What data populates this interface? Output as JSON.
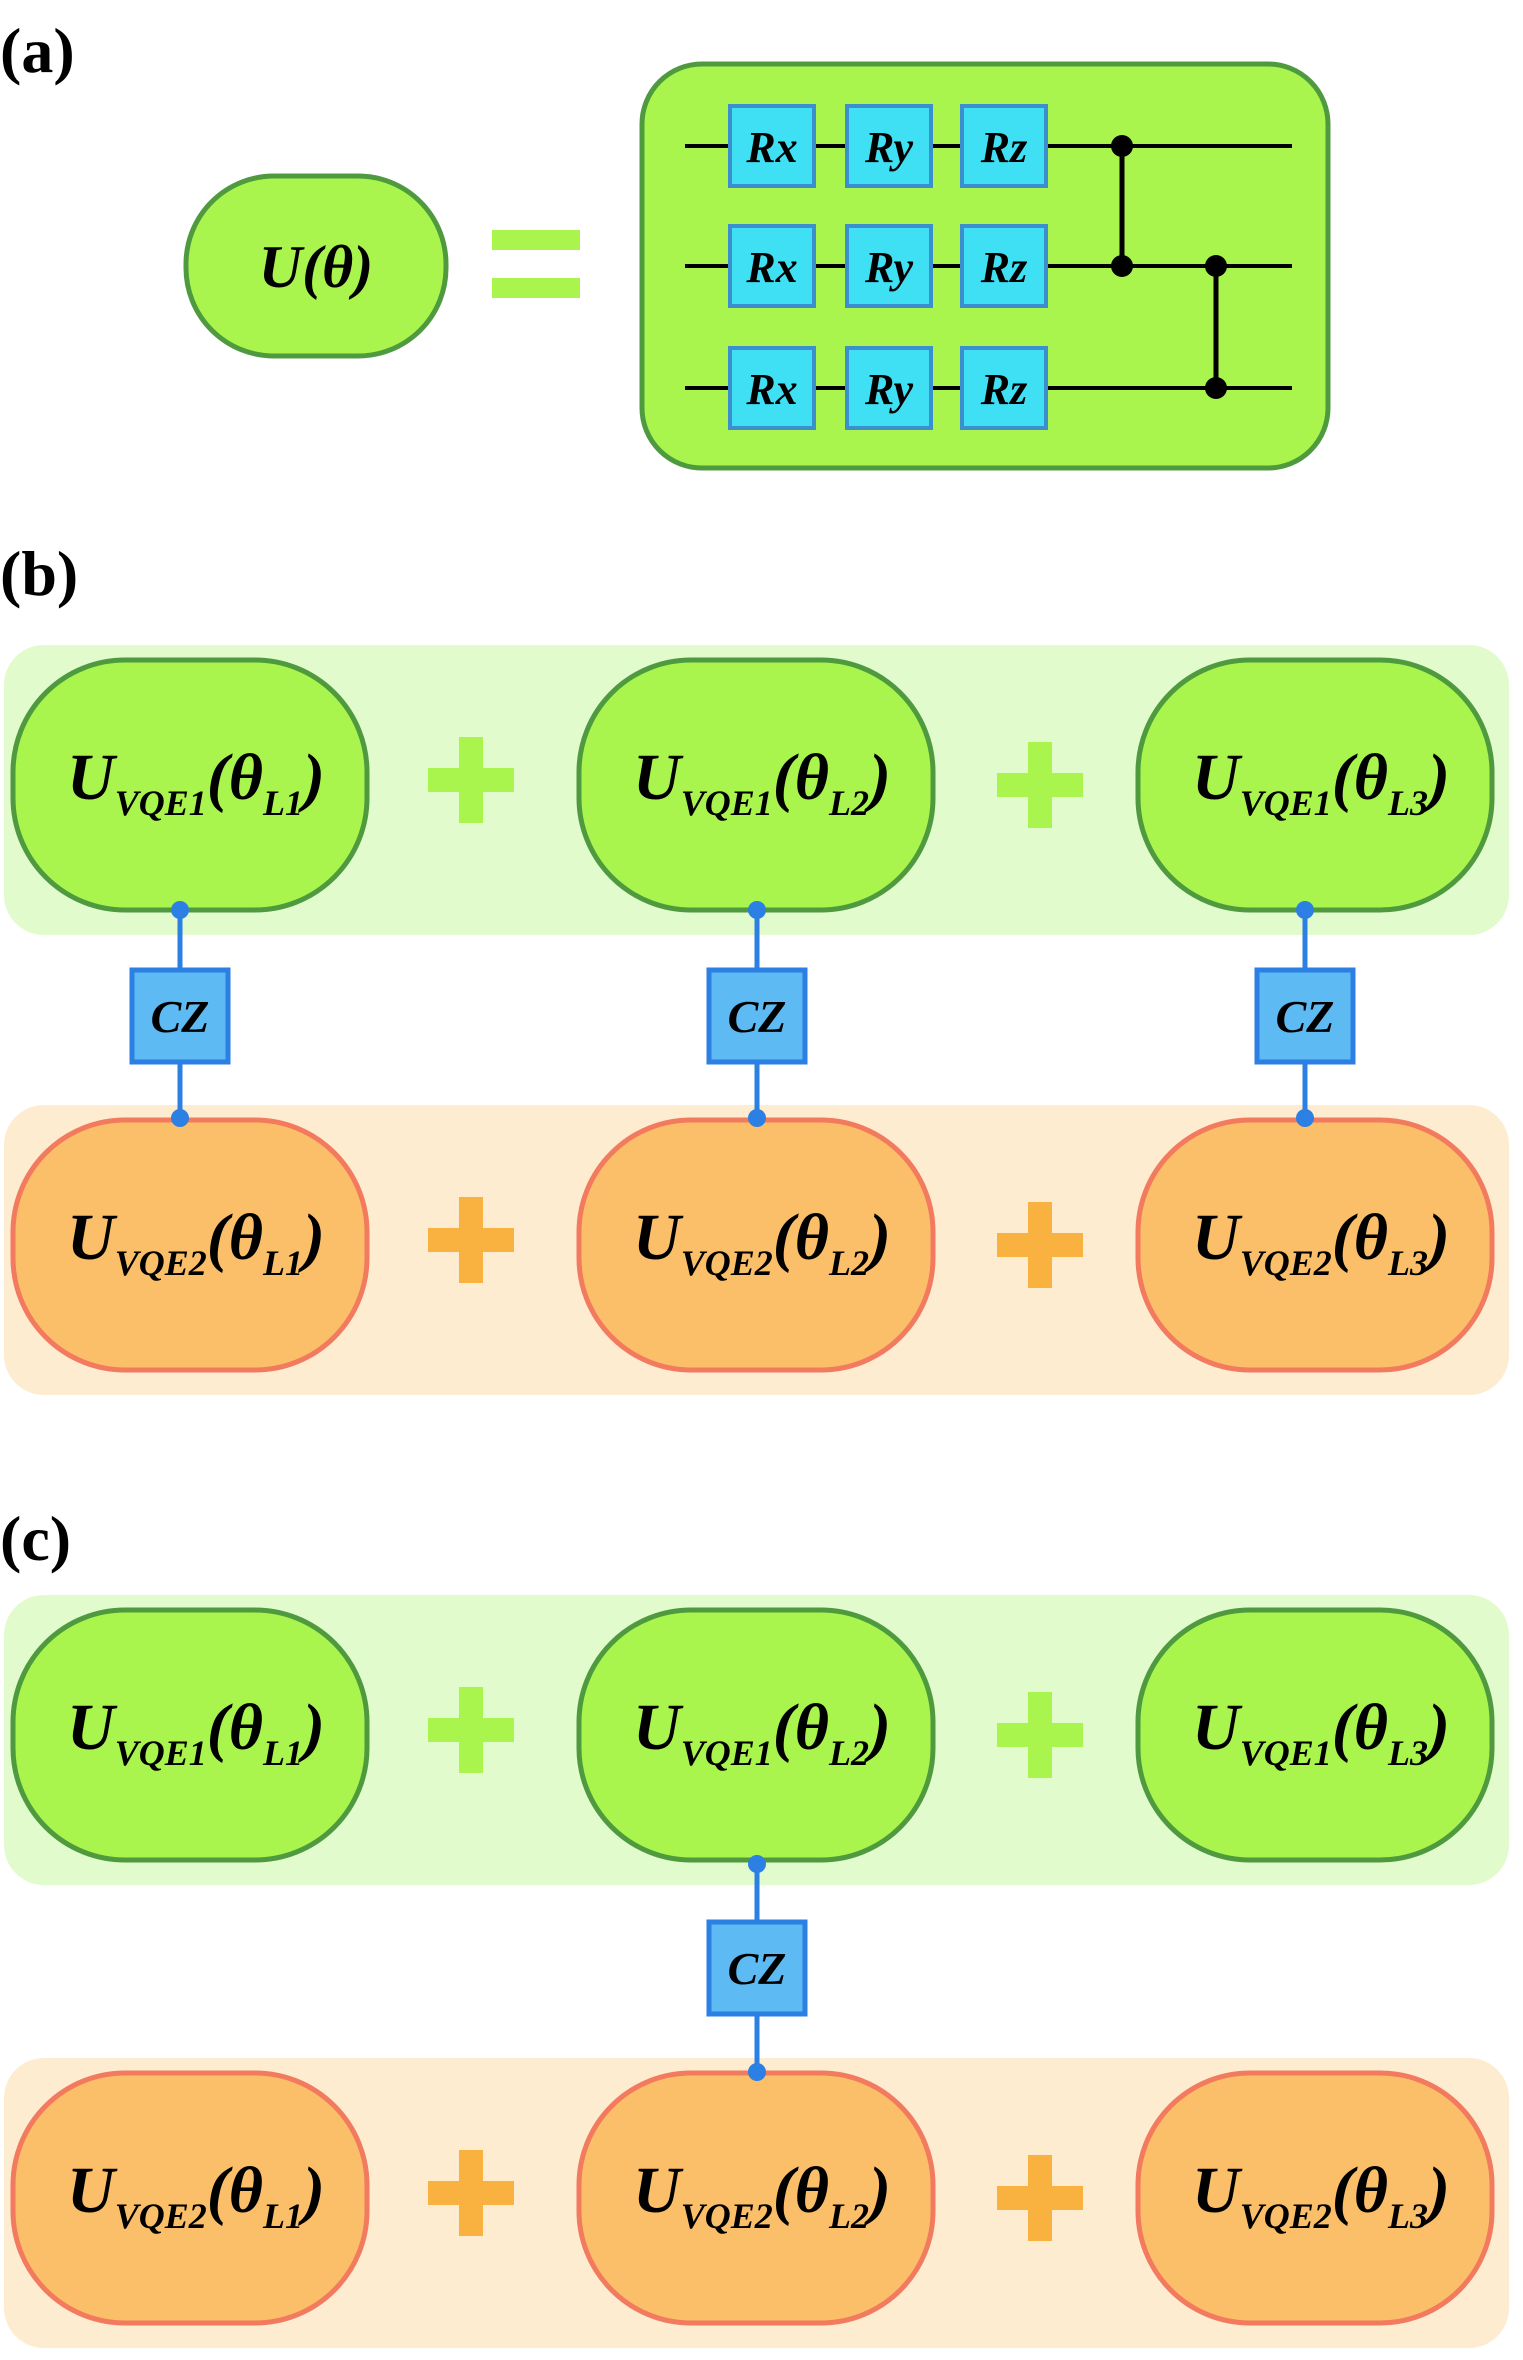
{
  "panels": {
    "a": "(a)",
    "b": "(b)",
    "c": "(c)"
  },
  "panel_a": {
    "lhs": {
      "main": "U(",
      "theta": "θ",
      "close": ")"
    },
    "equals": "=",
    "gates": [
      "Rx",
      "Ry",
      "Rz"
    ]
  },
  "module": {
    "U": "U",
    "vqe1": "VQE1",
    "vqe2": "VQE2",
    "open": "(",
    "theta": "θ",
    "close": ")",
    "layers": [
      "L1",
      "L2",
      "L3"
    ]
  },
  "operator_plus": "+",
  "cz_label": "CZ",
  "colors": {
    "green_fill": "#a9f54e",
    "green_stroke": "#4f9a3f",
    "green_band": "#e1fbcc",
    "green_plus": "#a9f54e",
    "orange_fill": "#fbbf69",
    "orange_stroke": "#f27a5f",
    "orange_band": "#fdeccf",
    "orange_plus": "#f9b13f",
    "gate_fill": "#40e0f4",
    "gate_stroke": "#3b8fcf",
    "cz_fill": "#5dbaf3",
    "cz_stroke": "#2c7fe3",
    "equals_color": "#a9f54e"
  }
}
